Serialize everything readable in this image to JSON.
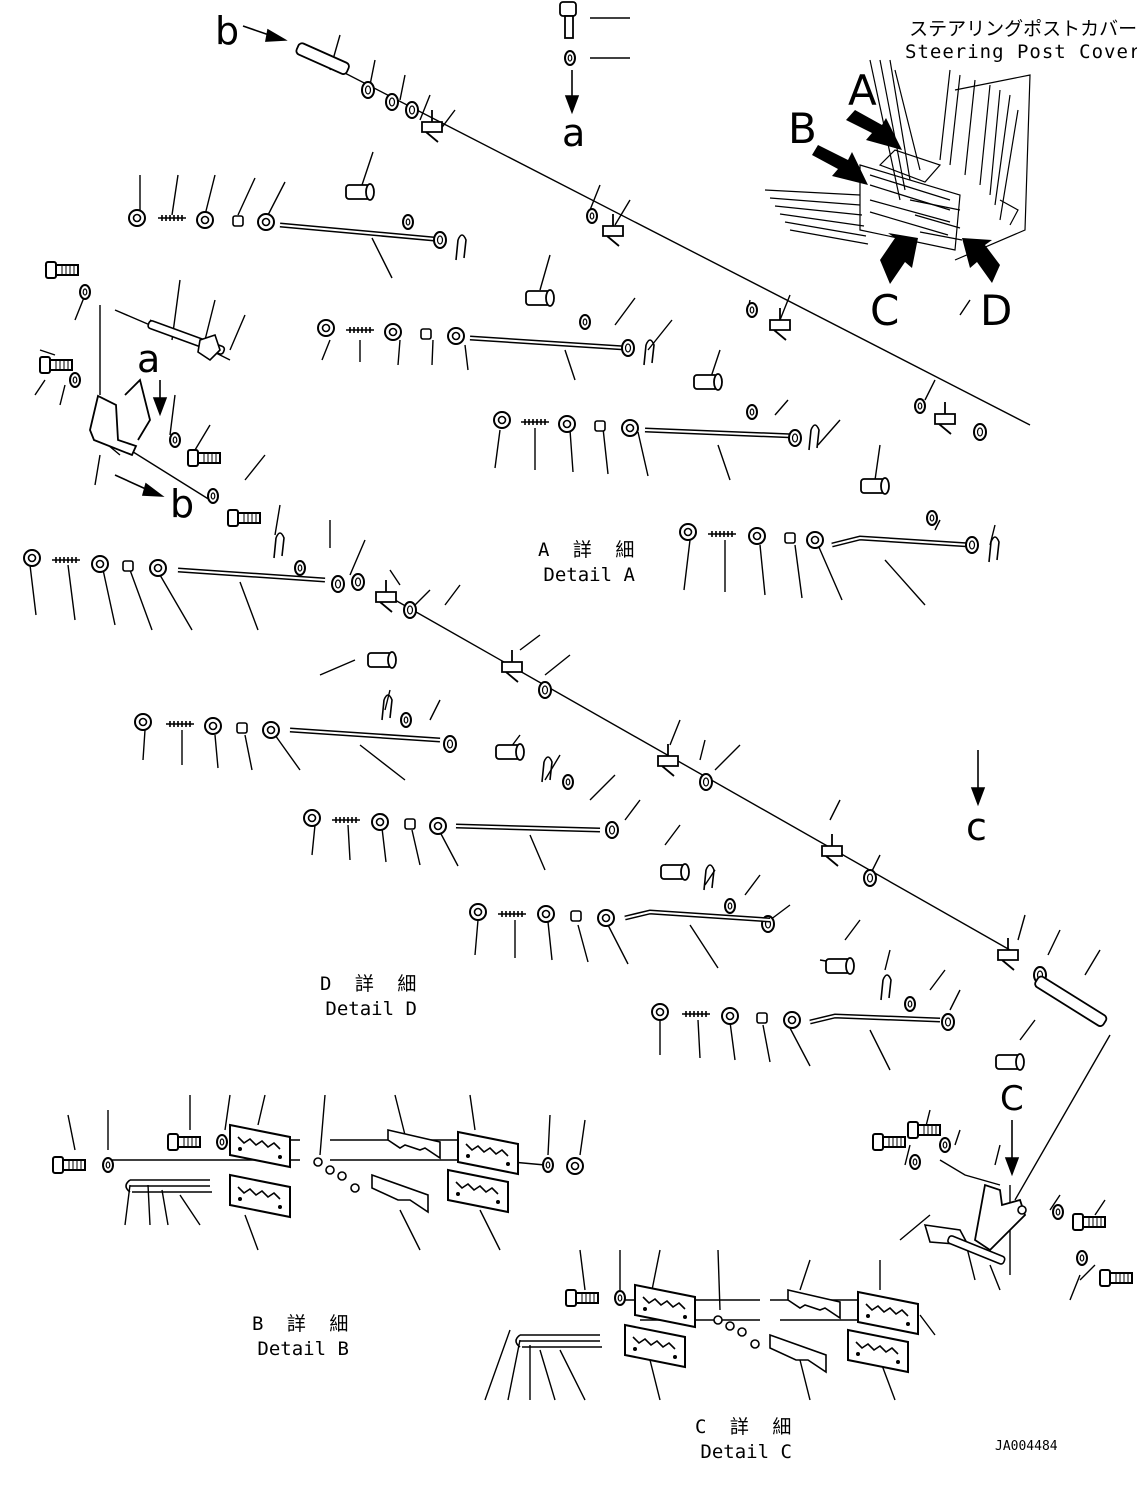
{
  "cover": {
    "jp": "ステアリングポストカバー",
    "en": "Steering Post Cover"
  },
  "markers": {
    "a": "a",
    "b": "b",
    "c": "c"
  },
  "views": {
    "A": "A",
    "B": "B",
    "C": "C",
    "D": "D"
  },
  "details": [
    {
      "id": "A",
      "jp": "A 詳 細",
      "en": "Detail A"
    },
    {
      "id": "D",
      "jp": "D 詳 細",
      "en": "Detail D"
    },
    {
      "id": "B",
      "jp": "B 詳 細",
      "en": "Detail B"
    },
    {
      "id": "C",
      "jp": "C 詳 細",
      "en": "Detail C"
    }
  ],
  "drawing_code": "JA004484",
  "colors": {
    "ink": "#000000",
    "paper": "#ffffff"
  }
}
